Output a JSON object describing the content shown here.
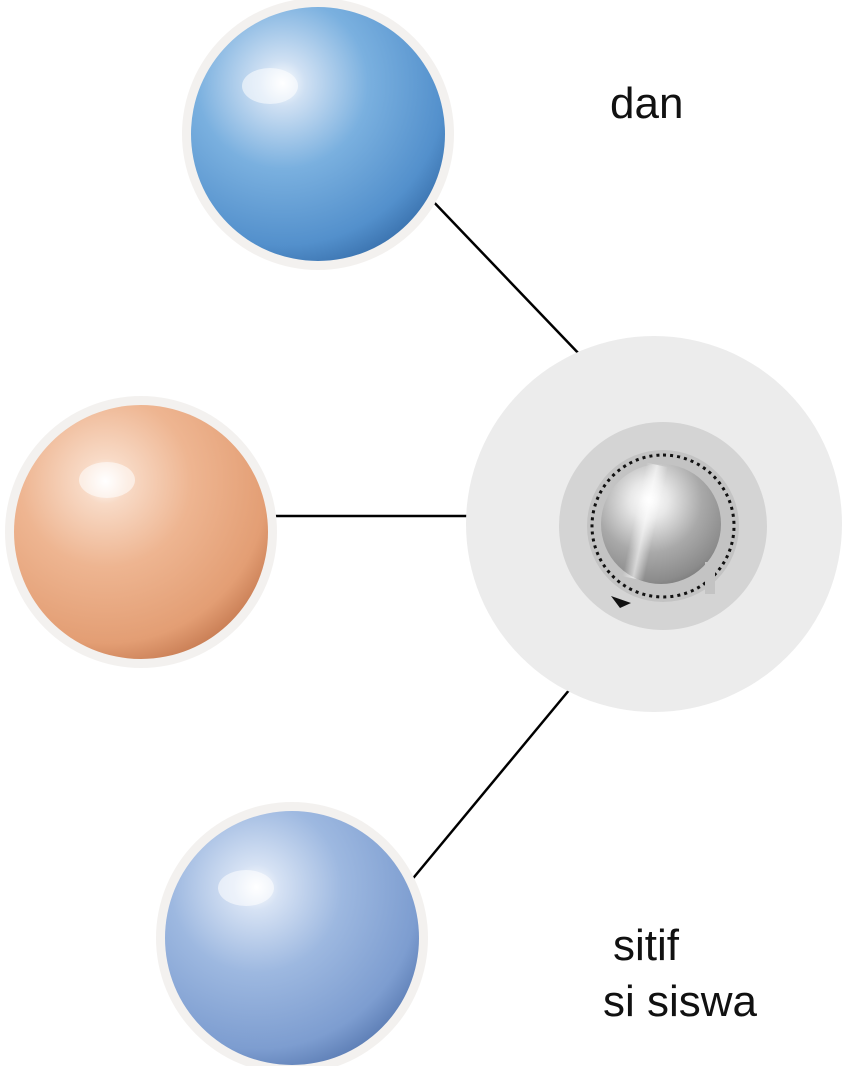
{
  "labels": {
    "top_partial": "dan",
    "bottom_partial_line1": "sitif",
    "bottom_partial_line2": "si siswa"
  },
  "colors": {
    "sphere_top": "#5b95cc",
    "sphere_middle": "#e9a67d",
    "sphere_bottom": "#7f9fd2",
    "hub_outer": "#ececec",
    "hub_inner": "#d4d4d4",
    "hub_core": "#b9b9b9",
    "connector": "#000000"
  },
  "icons": {
    "hub_center": "rotating-knob-icon"
  }
}
